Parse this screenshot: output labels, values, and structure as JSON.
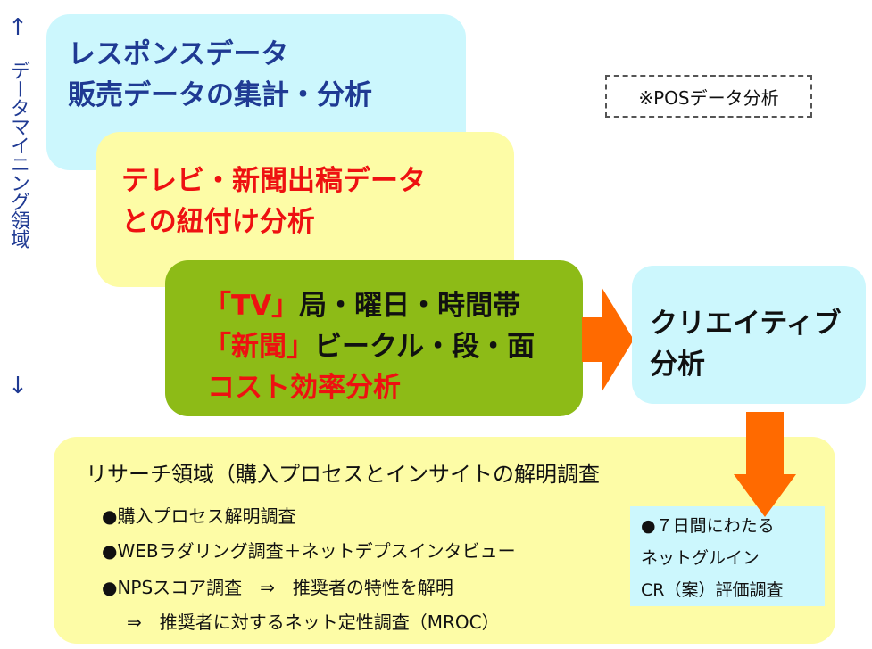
{
  "side_label": {
    "arrow_up": "↑",
    "text": "データマイニング領域",
    "arrow_down": "↓"
  },
  "pos_box": {
    "lines": [
      "レスポンスデータ",
      "販売データの集計・分析"
    ]
  },
  "pos_note": "※POSデータ分析",
  "media_box": {
    "lines": [
      "テレビ・新聞出稿データ",
      "との紐付け分析"
    ]
  },
  "cost_box": {
    "tv_bracket": "「TV」",
    "tv_rest": "局・曜日・時間帯",
    "paper_bracket": "「新聞」",
    "paper_rest": "ビークル・段・面",
    "cost_line": "コスト効率分析"
  },
  "creative_box": {
    "lines": [
      "クリエイティブ",
      "分析"
    ]
  },
  "research_box": {
    "title": "リサーチ領域（購入プロセスとインサイトの解明調査",
    "items": [
      "●購入プロセス解明調査",
      "●WEBラダリング調査＋ネットデプスインタビュー",
      "●NPSスコア調査　⇒　推奨者の特性を解明",
      "　⇒　推奨者に対するネット定性調査（MROC）"
    ]
  },
  "cr_box": {
    "lines": [
      "●７日間にわたる",
      "ネットグルイン",
      "CR（案）評価調査"
    ]
  },
  "colors": {
    "arrow": "#ff6a00",
    "blue_text": "#1f3a93",
    "red_text": "#ee1111",
    "light_blue": "#ccf7fd",
    "light_yellow": "#fdfca6",
    "green": "#8dbb17"
  }
}
